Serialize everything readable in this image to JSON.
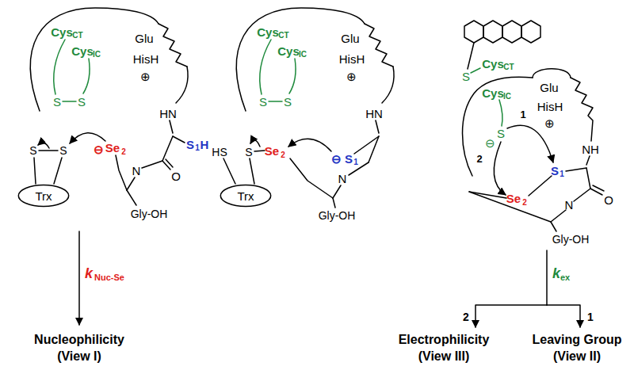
{
  "diagram": {
    "nodes": [
      {
        "text": [
          "Trx"
        ]
      },
      {
        "text": [
          "Trx"
        ]
      }
    ],
    "labels": [
      "Cys",
      "CT",
      "Cys",
      "IC",
      "S",
      "S",
      "Glu",
      "HisH",
      "⊕",
      "HN",
      "S",
      "1",
      "H",
      "S",
      "S",
      "⊖",
      "Se",
      "2",
      "N",
      "O",
      "Gly-OH",
      "k",
      "Nuc-Se",
      "Nucleophilicity",
      "(View I)",
      "Cys",
      "CT",
      "Cys",
      "IC",
      "S",
      "S",
      "Glu",
      "HisH",
      "⊕",
      "HN",
      "HS",
      "S",
      "Se",
      "2",
      "⊖",
      "S",
      "1",
      "N",
      "Gly-OH",
      "Cys",
      "CT",
      "S",
      "Cys",
      "IC",
      "Glu",
      "HisH",
      "⊕",
      "NH",
      "S",
      "⊖",
      "1",
      "S",
      "1",
      "2",
      "Se",
      "2",
      "N",
      "O",
      "Gly-OH",
      "k",
      "ex",
      "2",
      "1",
      "Electrophilicity",
      "(View III)",
      "Leaving Group",
      "(View II)"
    ]
  }
}
